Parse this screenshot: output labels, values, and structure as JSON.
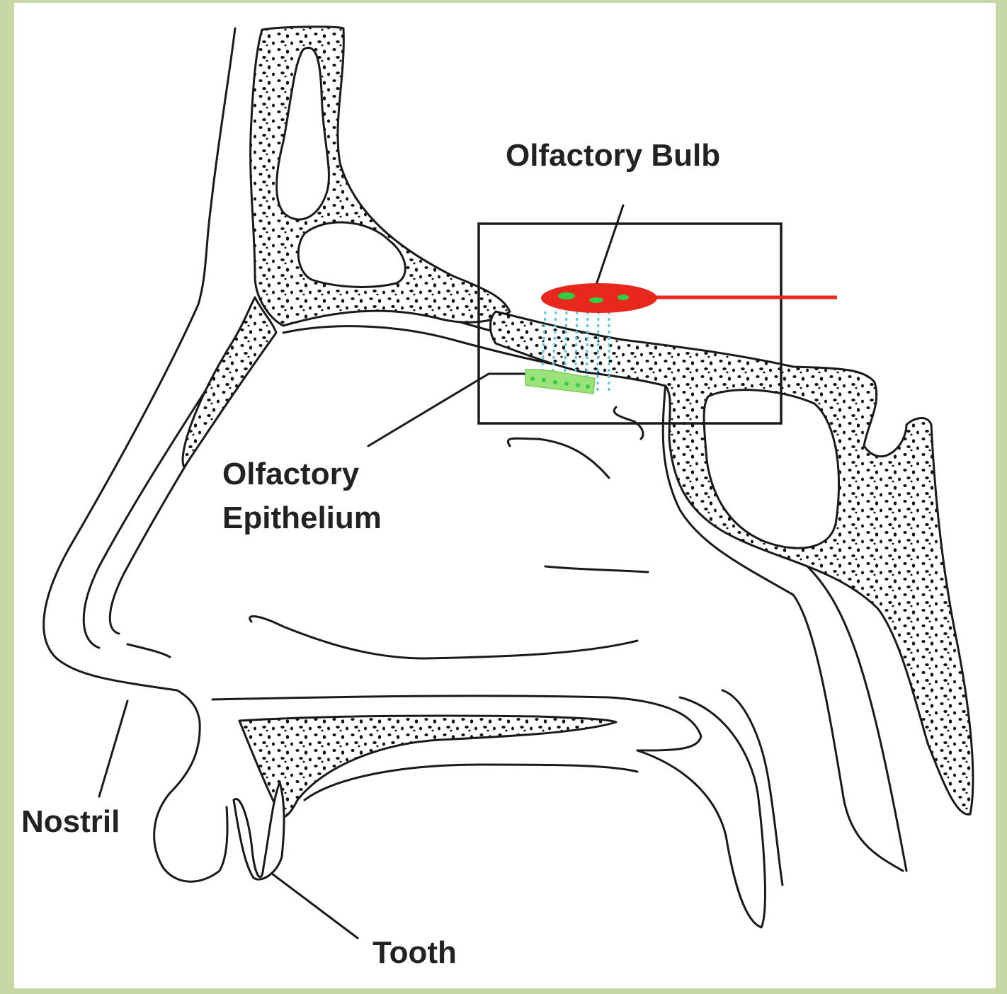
{
  "labels": {
    "olfactory_bulb": "Olfactory Bulb",
    "olfactory_epithelium_line1": "Olfactory",
    "olfactory_epithelium_line2": "Epithelium",
    "nostril": "Nostril",
    "tooth": "Tooth"
  },
  "colors": {
    "page_border": "#c7d8a4",
    "background": "#ffffff",
    "line": "#1a1a1a",
    "bone_dots": "#111111",
    "olfactory_bulb": "#e8281c",
    "bulb_highlight": "#2fcf44",
    "nerve_fibers": "#58c6e6",
    "epithelium": "#9be27a"
  }
}
